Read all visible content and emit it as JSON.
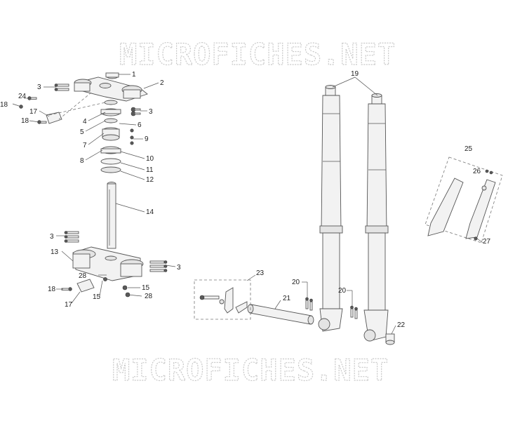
{
  "watermark": {
    "top": "MICROFICHES.NET",
    "bottom": "MICROFICHES.NET"
  },
  "callouts": {
    "c1": "1",
    "c2": "2",
    "c3a": "3",
    "c3b": "3",
    "c3c": "3",
    "c3d": "3",
    "c4": "4",
    "c5": "5",
    "c6": "6",
    "c7": "7",
    "c8": "8",
    "c9": "9",
    "c10": "10",
    "c11": "11",
    "c12": "12",
    "c13": "13",
    "c14": "14",
    "c15a": "15",
    "c15b": "15",
    "c17a": "17",
    "c17b": "17",
    "c18a": "18",
    "c18b": "18",
    "c18c": "18",
    "c19": "19",
    "c20a": "20",
    "c20b": "20",
    "c21": "21",
    "c22": "22",
    "c23": "23",
    "c24": "24",
    "c25": "25",
    "c26": "26",
    "c27": "27",
    "c28a": "28",
    "c28b": "28"
  },
  "colors": {
    "line": "#555555",
    "watermark": "#c9c9c9",
    "fill": "#f2f2f2"
  }
}
